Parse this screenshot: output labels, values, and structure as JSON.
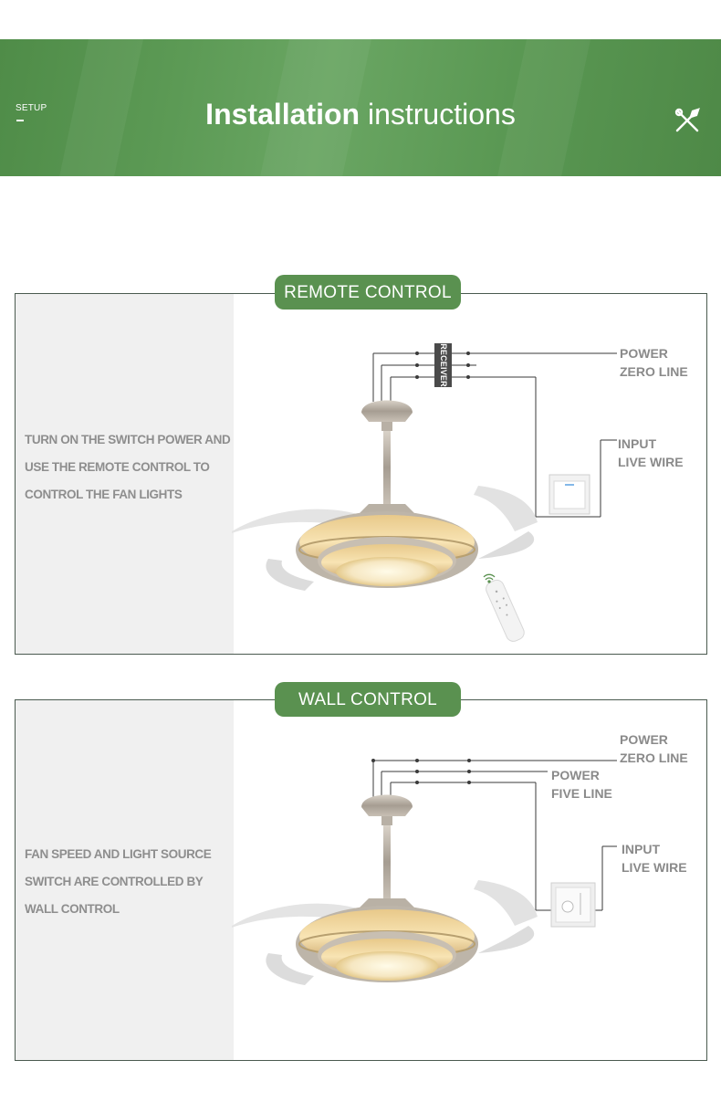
{
  "banner": {
    "setup": "SETUP",
    "title_bold": "Installation",
    "title_rest": " instructions",
    "icon": "tools-icon",
    "color": "#5a9853"
  },
  "remote": {
    "pill": "REMOTE CONTROL",
    "description": "TURN ON THE SWITCH POWER AND USE THE REMOTE CONTROL TO CONTROL THE FAN LIGHTS",
    "receiver": "RECEIVER",
    "labels": {
      "power": "POWER",
      "zero_line": "ZERO LINE",
      "input": "INPUT",
      "live_wire": "LIVE WIRE"
    }
  },
  "wall": {
    "pill": "WALL CONTROL",
    "description": "FAN SPEED AND LIGHT SOURCE SWITCH ARE CONTROLLED BY WALL CONTROL",
    "labels": {
      "power1": "POWER",
      "zero_line": "ZERO LINE",
      "power2": "POWER",
      "five_line": "FIVE LINE",
      "input": "INPUT",
      "live_wire": "LIVE WIRE"
    }
  },
  "colors": {
    "accent": "#5a9150",
    "frame": "#4a5a4f",
    "text": "#8e8e8e"
  }
}
